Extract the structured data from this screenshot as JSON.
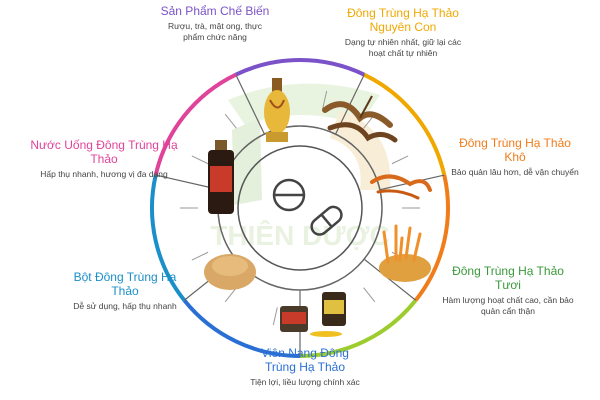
{
  "segments": [
    {
      "title": "Sản Phẩm Chế Biến",
      "desc": "Rượu, trà, mật ong, thực phẩm chức năng",
      "color": "#7b52c8"
    },
    {
      "title": "Đông Trùng Hạ Thảo Nguyên Con",
      "desc": "Dạng tự nhiên nhất, giữ lại các hoạt chất tự nhiên",
      "color": "#f0a800"
    },
    {
      "title": "Đông Trùng Hạ Thảo Khô",
      "desc": "Bảo quản lâu hơn, dễ vận chuyển",
      "color": "#f07c1a"
    },
    {
      "title": "Đông Trùng Hạ Thảo Tươi",
      "desc": "Hàm lượng hoạt chất cao, cần bảo quản cẩn thận",
      "color": "#3a9a3a"
    },
    {
      "title": "Viên Nang Đông Trùng Hạ Thảo",
      "desc": "Tiện lợi, liều lượng chính xác",
      "color": "#2a6fd4"
    },
    {
      "title": "Bột Đông Trùng Hạ Thảo",
      "desc": "Dễ sử dụng, hấp thụ nhanh",
      "color": "#1a8fc9"
    },
    {
      "title": "Nước Uống Đông Trùng Hạ Thảo",
      "desc": "Hấp thụ nhanh, hương vị đa dạng",
      "color": "#e0439a"
    }
  ],
  "ring_colors": [
    "#7b52c8",
    "#f0a800",
    "#f07c1a",
    "#9ccc2e",
    "#2a6fd4",
    "#1a8fc9",
    "#e0439a"
  ],
  "center_icon": "capsule-pills-icon",
  "watermark_text": "THIÊN DƯỢC",
  "watermark_color": "#d8e8c8"
}
